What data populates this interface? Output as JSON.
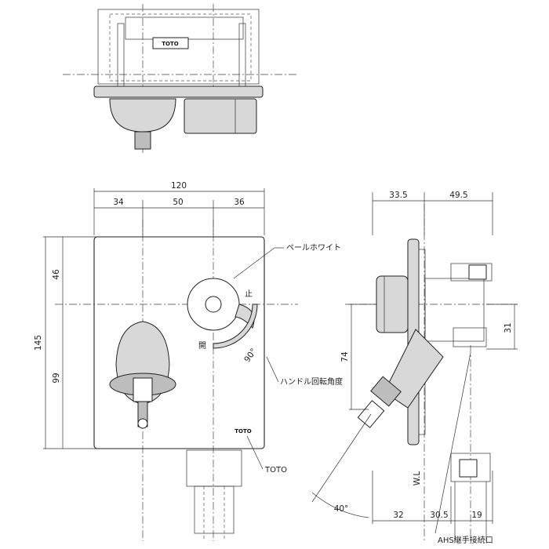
{
  "dimensions": {
    "front_width": "120",
    "front_left": "34",
    "front_mid": "50",
    "front_right": "36",
    "front_height": "145",
    "front_upper": "46",
    "front_lower": "99",
    "side_left": "33.5",
    "side_right": "49.5",
    "side_offset": "31",
    "side_height": "74",
    "bottom_left": "32",
    "bottom_mid": "30.5",
    "bottom_right": "19",
    "angle_handle": "90°",
    "angle_spout": "40°"
  },
  "labels": {
    "finish": "ペールホワイト",
    "handle_angle": "ハンドル回転角度",
    "brand_callout": "TOTO",
    "closed": "止",
    "open": "開",
    "wl": "W.L",
    "ahs": "AHS継手接続口"
  },
  "brand_marks": {
    "top": "TOTO",
    "front": "TOTO"
  }
}
